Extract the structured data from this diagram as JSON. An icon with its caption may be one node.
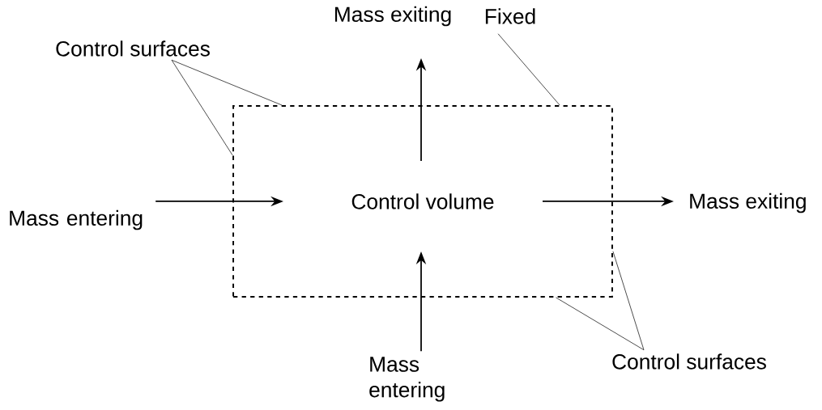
{
  "diagram": {
    "nodes": [
      {
        "text": [
          "Control volume"
        ]
      },
      {
        "text": [
          "Mass entering"
        ]
      },
      {
        "text": [
          "Mass exiting"
        ]
      },
      {
        "text": [
          "Mass exiting"
        ]
      },
      {
        "text": [
          "Mass entering"
        ]
      },
      {
        "text": [
          "Control surfaces"
        ]
      },
      {
        "text": [
          "Fixed"
        ]
      },
      {
        "text": [
          "Control surfaces"
        ]
      }
    ],
    "edges": [
      {
        "from": 1,
        "to": 0,
        "arrow": "to"
      },
      {
        "from": 0,
        "to": 2,
        "arrow": "to"
      },
      {
        "from": 0,
        "to": 3,
        "arrow": "to"
      },
      {
        "from": 4,
        "to": 0,
        "arrow": "to"
      },
      {
        "from": 5,
        "to": 0,
        "arrow": "none"
      },
      {
        "from": 5,
        "to": 0,
        "arrow": "none"
      },
      {
        "from": 6,
        "to": 0,
        "arrow": "none"
      },
      {
        "from": 7,
        "to": 0,
        "arrow": "none"
      },
      {
        "from": 7,
        "to": 0,
        "arrow": "none"
      }
    ]
  }
}
